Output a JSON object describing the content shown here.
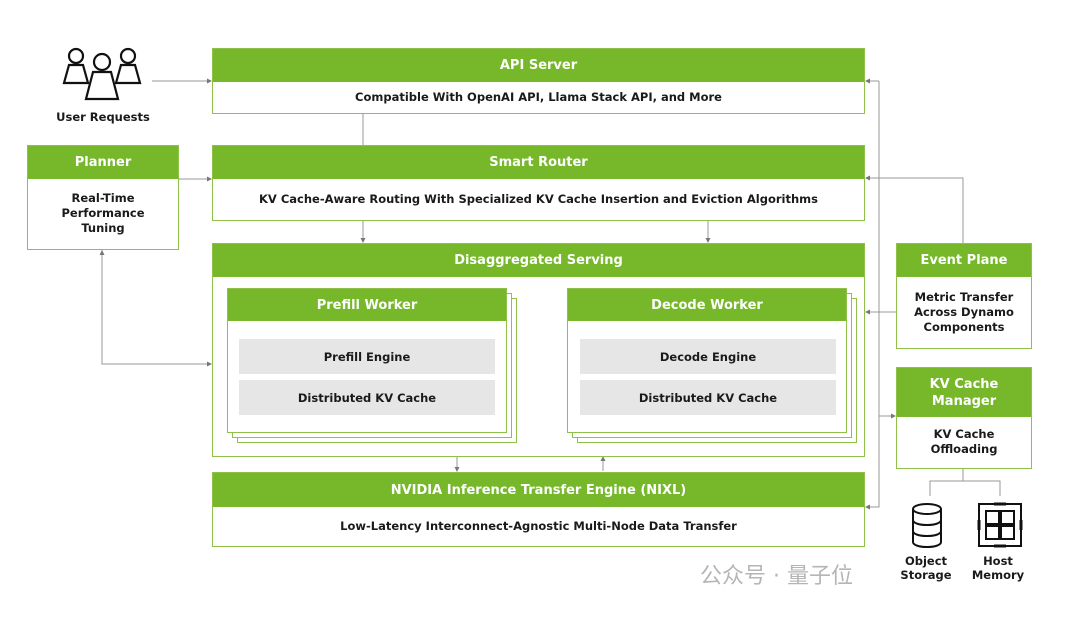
{
  "user_requests": {
    "label": "User Requests"
  },
  "api_server": {
    "title": "API Server",
    "desc": "Compatible With OpenAI API, Llama Stack API, and More"
  },
  "smart_router": {
    "title": "Smart Router",
    "desc": "KV Cache-Aware Routing With Specialized KV Cache Insertion and Eviction Algorithms"
  },
  "planner": {
    "title": "Planner",
    "desc": "Real-Time Performance Tuning"
  },
  "disaggregated": {
    "title": "Disaggregated Serving",
    "prefill": {
      "title": "Prefill Worker",
      "engine": "Prefill Engine",
      "cache": "Distributed KV Cache"
    },
    "decode": {
      "title": "Decode Worker",
      "engine": "Decode Engine",
      "cache": "Distributed KV Cache"
    }
  },
  "nixl": {
    "title": "NVIDIA Inference Transfer Engine (NIXL)",
    "desc": "Low-Latency Interconnect-Agnostic Multi-Node Data Transfer"
  },
  "event_plane": {
    "title": "Event Plane",
    "desc": "Metric Transfer Across Dynamo Components"
  },
  "kv_manager": {
    "title": "KV Cache Manager",
    "desc": "KV Cache Offloading"
  },
  "storage": {
    "object": "Object Storage",
    "host": "Host Memory"
  },
  "watermark": "公众号 · 量子位",
  "colors": {
    "accent": "#76b82a",
    "border": "#8fc04a",
    "engine": "#e6e6e6"
  }
}
